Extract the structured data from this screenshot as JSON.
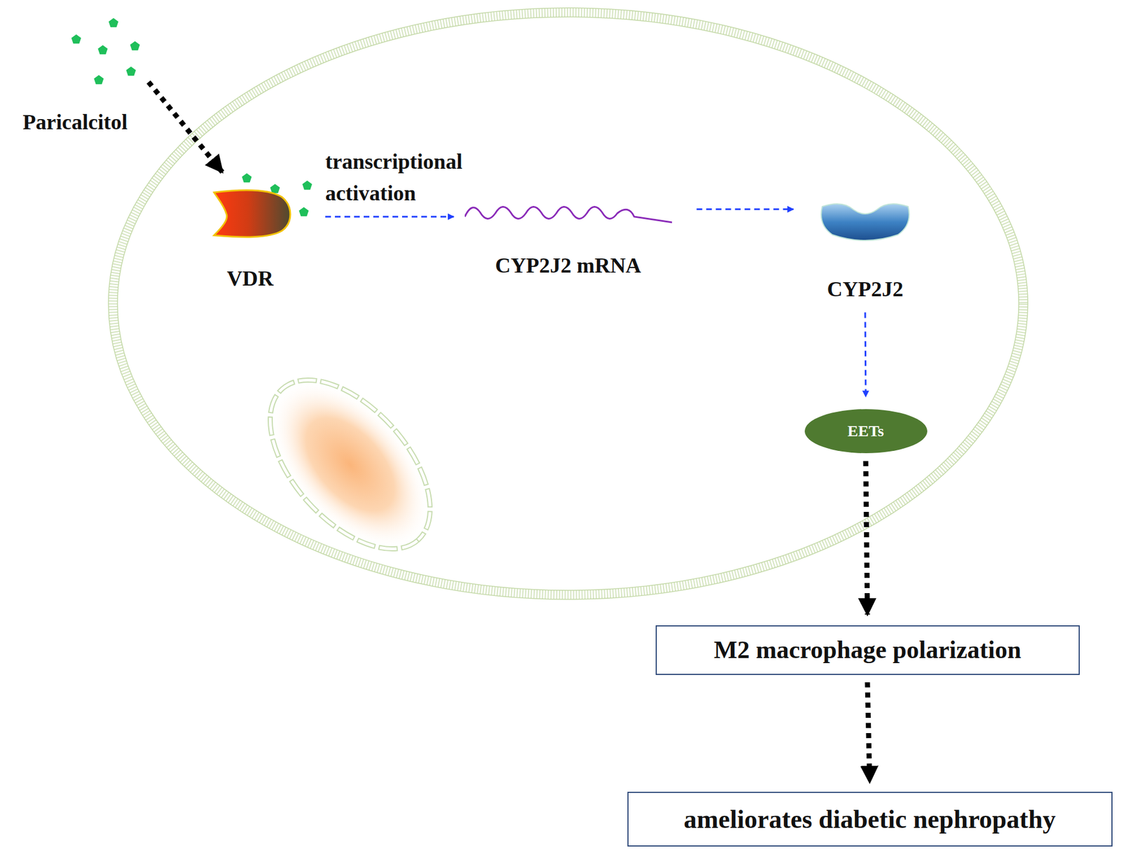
{
  "diagram": {
    "nodes": [
      {
        "text": [
          "Paricalcitol"
        ]
      },
      {
        "text": [
          "VDR"
        ]
      },
      {
        "text": [
          "CYP2J2 mRNA"
        ]
      },
      {
        "text": [
          "CYP2J2"
        ]
      },
      {
        "text": [
          "EETs"
        ]
      },
      {
        "text": [
          "M2 macrophage polarization"
        ]
      },
      {
        "text": [
          "ameliorates diabetic nephropathy"
        ]
      }
    ],
    "edges": [
      {
        "from": 0,
        "to": 1,
        "arrow": "to"
      },
      {
        "from": 1,
        "to": 2,
        "label": "transcriptional activation",
        "arrow": "to"
      },
      {
        "from": 2,
        "to": 3,
        "arrow": "to"
      },
      {
        "from": 3,
        "to": 4,
        "arrow": "to"
      },
      {
        "from": 4,
        "to": 5,
        "arrow": "to"
      },
      {
        "from": 5,
        "to": 6,
        "arrow": "to"
      }
    ]
  }
}
